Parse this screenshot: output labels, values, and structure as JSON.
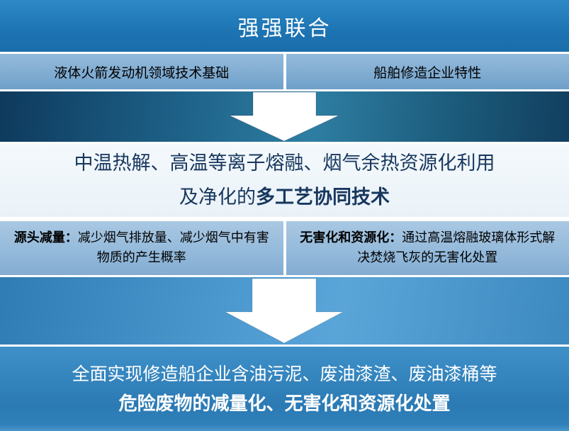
{
  "header": {
    "title": "强强联合"
  },
  "foundation_row": {
    "left": "液体火箭发动机领域技术基础",
    "right": "船舶修造企业特性"
  },
  "tech_band": {
    "line1": "中温热解、高温等离子熔融、烟气余热资源化利用",
    "line2_regular": "及净化的",
    "line2_bold": "多工艺协同技术"
  },
  "benefit_row": {
    "left_label": "源头减量：",
    "left_text": "减少烟气排放量、减少烟气中有害物质的产生概率",
    "right_label": "无害化和资源化：",
    "right_text": "通过高温熔融玻璃体形式解决焚烧飞灰的无害化处置"
  },
  "result_band": {
    "line1": "全面实现修造船企业含油污泥、废油漆渣、废油漆桶等",
    "line2": "危险废物的减量化、无害化和资源化处置"
  },
  "colors": {
    "header_blue": "#1d74b2",
    "light_cell_blue": "#8fb6d8",
    "dark_band_navy": "#123f5f",
    "tech_text_navy": "#17375e",
    "bottom_band_blue": "#2b7ab4",
    "arrow_white": "#ffffff"
  }
}
